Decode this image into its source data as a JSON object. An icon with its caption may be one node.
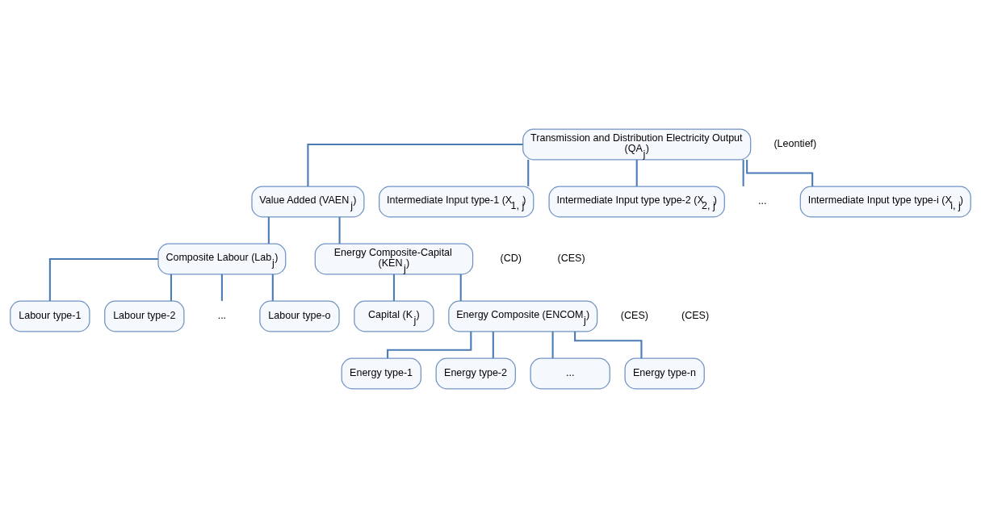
{
  "diagram": {
    "nodes": [
      {
        "text": [
          "Transmission and Distribution Electricity Output",
          "(QA$_{j}$)"
        ]
      },
      {
        "text": [
          "Value Added (VAEN$_{j}$)"
        ]
      },
      {
        "text": [
          "Intermediate Input type-1 (X$_{1, j}$)"
        ]
      },
      {
        "text": [
          "Intermediate Input type type-2 (X$_{2, j}$)"
        ]
      },
      {
        "text": [
          "..."
        ]
      },
      {
        "text": [
          "Intermediate Input type type-i (X$_{i, j}$)"
        ]
      },
      {
        "text": [
          "Composite Labour (Lab$_{j}$)"
        ]
      },
      {
        "text": [
          "Energy Composite-Capital",
          "(KEN$_{j}$)"
        ]
      },
      {
        "text": [
          "Labour type-1"
        ]
      },
      {
        "text": [
          "Labour type-2"
        ]
      },
      {
        "text": [
          "..."
        ]
      },
      {
        "text": [
          "Labour type-o"
        ]
      },
      {
        "text": [
          "Capital (K$_{j}$)"
        ]
      },
      {
        "text": [
          "Energy Composite (ENCOM$_{j}$)"
        ]
      },
      {
        "text": [
          "Energy type-1"
        ]
      },
      {
        "text": [
          "Energy type-2"
        ]
      },
      {
        "text": [
          "..."
        ]
      },
      {
        "text": [
          "Energy type-n"
        ]
      }
    ],
    "edges": [
      {
        "from": 0,
        "to": 1,
        "arrow": "none"
      },
      {
        "from": 0,
        "to": 2,
        "arrow": "none"
      },
      {
        "from": 0,
        "to": 3,
        "arrow": "none"
      },
      {
        "from": 0,
        "to": 4,
        "arrow": "none"
      },
      {
        "from": 0,
        "to": 5,
        "arrow": "none"
      },
      {
        "from": 1,
        "to": 6,
        "arrow": "none"
      },
      {
        "from": 1,
        "to": 7,
        "arrow": "none"
      },
      {
        "from": 6,
        "to": 8,
        "arrow": "none"
      },
      {
        "from": 6,
        "to": 9,
        "arrow": "none"
      },
      {
        "from": 6,
        "to": 10,
        "arrow": "none"
      },
      {
        "from": 6,
        "to": 11,
        "arrow": "none"
      },
      {
        "from": 7,
        "to": 12,
        "arrow": "none"
      },
      {
        "from": 7,
        "to": 13,
        "arrow": "none"
      },
      {
        "from": 13,
        "to": 14,
        "arrow": "none"
      },
      {
        "from": 13,
        "to": 15,
        "arrow": "none"
      },
      {
        "from": 13,
        "to": 16,
        "arrow": "none"
      },
      {
        "from": 13,
        "to": 17,
        "arrow": "none"
      }
    ],
    "labels": [
      "(Leontief)",
      "(CD)",
      "(CES)",
      "(CES)",
      "(CES)"
    ]
  }
}
